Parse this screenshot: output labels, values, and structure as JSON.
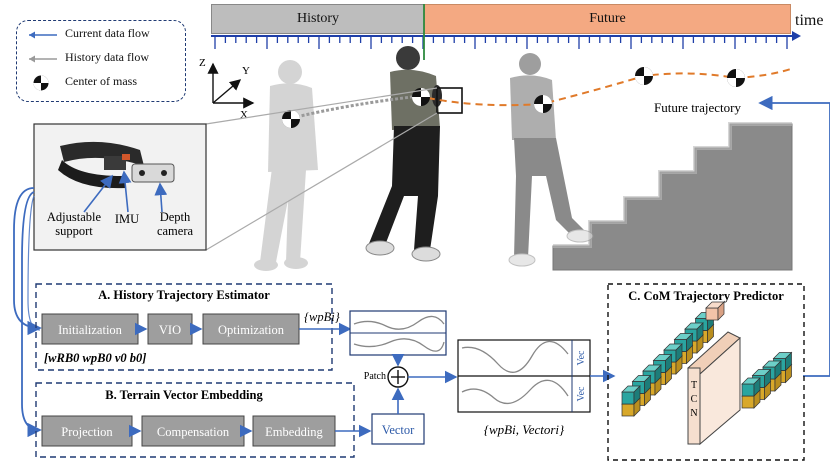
{
  "timeline": {
    "history_label": "History",
    "future_label": "Future",
    "time_label": "time",
    "colors": {
      "history": "#bdbdbd",
      "future": "#f4a982",
      "ticks": "#1f3fa8",
      "now_line": "#2e8b3e"
    }
  },
  "legend": {
    "items": [
      {
        "label": "Current data flow",
        "icon": "blue-arrow-icon"
      },
      {
        "label": "History data flow",
        "icon": "gray-arrow-icon"
      },
      {
        "label": "Center of mass",
        "icon": "center-of-mass-icon"
      }
    ]
  },
  "axes": {
    "z": "Z",
    "y": "Y",
    "x": "X"
  },
  "future_trajectory_label": "Future trajectory",
  "device": {
    "adjustable_support": [
      "Adjustable",
      "support"
    ],
    "imu": "IMU",
    "depth_camera": [
      "Depth",
      "camera"
    ]
  },
  "section_a": {
    "title": "A. History Trajectory Estimator",
    "boxes": [
      "Initialization",
      "VIO",
      "Optimization"
    ],
    "output_symbol": "{wpBi}",
    "init_state": "[wRB0 wpB0 v0 b0]"
  },
  "section_b": {
    "title": "B. Terrain Vector Embedding",
    "boxes": [
      "Projection",
      "Compensation",
      "Embedding"
    ],
    "vector_label": "Vector"
  },
  "merge": {
    "patch_label": "Patch",
    "vec_label": "Vec",
    "combined_symbol": "{wpBi, Vectori}"
  },
  "section_c": {
    "title": "C. CoM Trajectory Predictor",
    "tcn_label": "TCN"
  },
  "colors": {
    "flow_blue": "#3d6bbf",
    "flow_gray": "#9a9a9a",
    "trajectory_orange": "#e07a2a",
    "teal": "#2aa5a0",
    "yellow": "#e6b72b",
    "tcn_fill": "#f6dfcf"
  }
}
